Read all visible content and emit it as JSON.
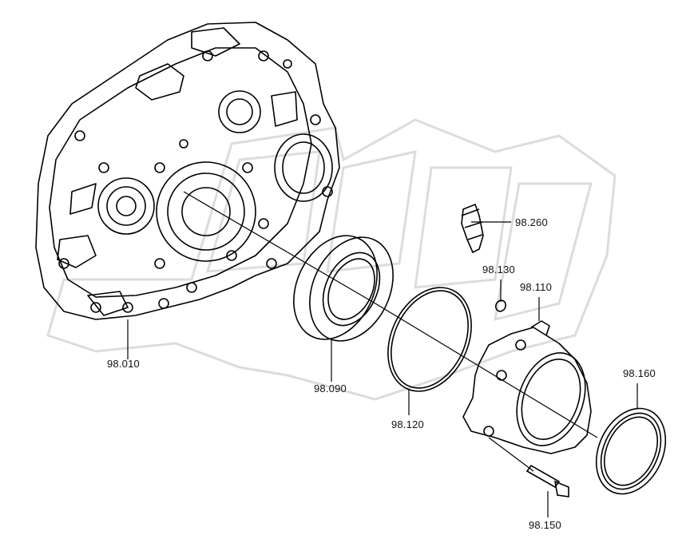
{
  "watermark": "OPEX",
  "parts": [
    {
      "id": "housing",
      "label": "98.010"
    },
    {
      "id": "bearing",
      "label": "98.090"
    },
    {
      "id": "oring",
      "label": "98.120"
    },
    {
      "id": "sensor",
      "label": "98.260"
    },
    {
      "id": "small-ring",
      "label": "98.130"
    },
    {
      "id": "cover",
      "label": "98.110"
    },
    {
      "id": "seal",
      "label": "98.160"
    },
    {
      "id": "bolt",
      "label": "98.150"
    }
  ]
}
